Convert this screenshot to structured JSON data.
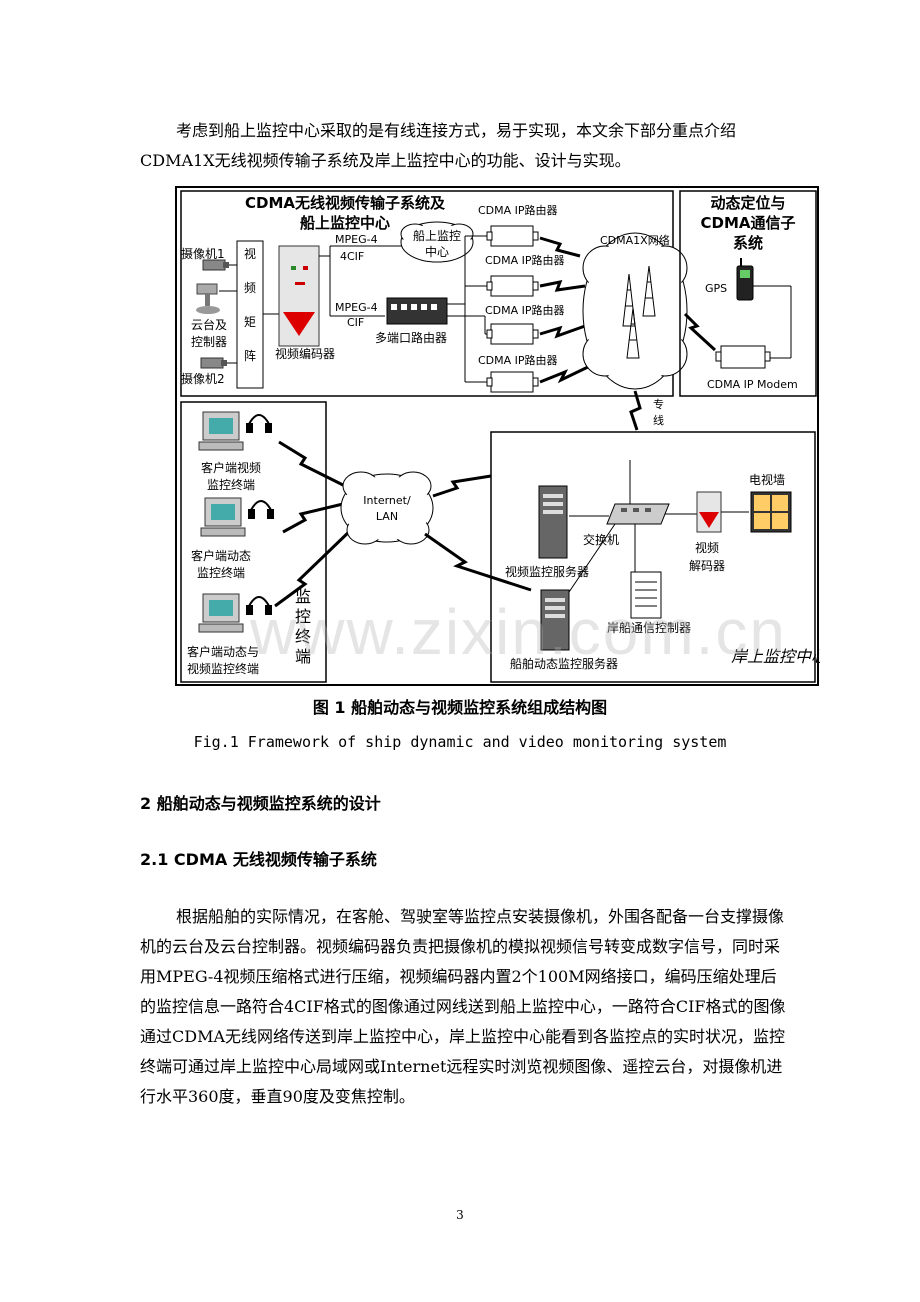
{
  "intro": {
    "paragraph": "考虑到船上监控中心采取的是有线连接方式，易于实现，本文余下部分重点介绍CDMA1X无线视频传输子系统及岸上监控中心的功能、设计与实现。"
  },
  "figure": {
    "labels": {
      "box1_title_1": "CDMA无线视频传输子系统及",
      "box1_title_2": "船上监控中心",
      "camera1": "摄像机1",
      "ptz_1": "云台及",
      "ptz_2": "控制器",
      "camera2": "摄像机2",
      "matrix_1": "视",
      "matrix_2": "频",
      "matrix_3": "矩",
      "matrix_4": "阵",
      "encoder": "视频编码器",
      "mpeg4_top": "MPEG-4",
      "fourcif": "4CIF",
      "mpeg4_bottom": "MPEG-4",
      "cif": "CIF",
      "ship_center_1": "船上监控",
      "ship_center_2": "中心",
      "router1": "CDMA IP路由器",
      "router2": "CDMA IP路由器",
      "router3": "CDMA IP路由器",
      "router4": "CDMA IP路由器",
      "multiport_router": "多端口路由器",
      "cdma_network": "CDMA1X网络",
      "box2_title_1": "动态定位与",
      "box2_title_2": "CDMA通信子",
      "box2_title_3": "系统",
      "gps": "GPS",
      "modem": "CDMA IP Modem",
      "dedicated_1": "专",
      "dedicated_2": "线",
      "client1_1": "客户端视频",
      "client1_2": "监控终端",
      "client2_1": "客户端动态",
      "client2_2": "监控终端",
      "client3_1": "客户端动态与",
      "client3_2": "视频监控终端",
      "terminal_1": "监",
      "terminal_2": "控",
      "terminal_3": "终",
      "terminal_4": "端",
      "internet_1": "Internet/",
      "internet_2": "LAN",
      "switch": "交换机",
      "tv_wall": "电视墙",
      "decoder_1": "视频",
      "decoder_2": "解码器",
      "video_server": "视频监控服务器",
      "comm_controller": "岸船通信控制器",
      "dynamic_server": "船舶动态监控服务器",
      "shore_center": "岸上监控中心"
    },
    "caption_cn": "图 1  船舶动态与视频监控系统组成结构图",
    "caption_en": "Fig.1 Framework of ship dynamic and video monitoring system"
  },
  "section2": {
    "heading": "2   船舶动态与视频监控系统的设计",
    "sub_heading": "2.1 CDMA 无线视频传输子系统",
    "paragraph": "根据船舶的实际情况，在客舱、驾驶室等监控点安装摄像机，外围各配备一台支撑摄像机的云台及云台控制器。视频编码器负责把摄像机的模拟视频信号转变成数字信号，同时采用MPEG-4视频压缩格式进行压缩，视频编码器内置2个100M网络接口，编码压缩处理后的监控信息一路符合4CIF格式的图像通过网线送到船上监控中心，一路符合CIF格式的图像通过CDMA无线网络传送到岸上监控中心，岸上监控中心能看到各监控点的实时状况，监控终端可通过岸上监控中心局域网或Internet远程实时浏览视频图像、遥控云台，对摄像机进行水平360度，垂直90度及变焦控制。"
  },
  "watermark": "www.zixin.com.cn",
  "page_number": "3"
}
